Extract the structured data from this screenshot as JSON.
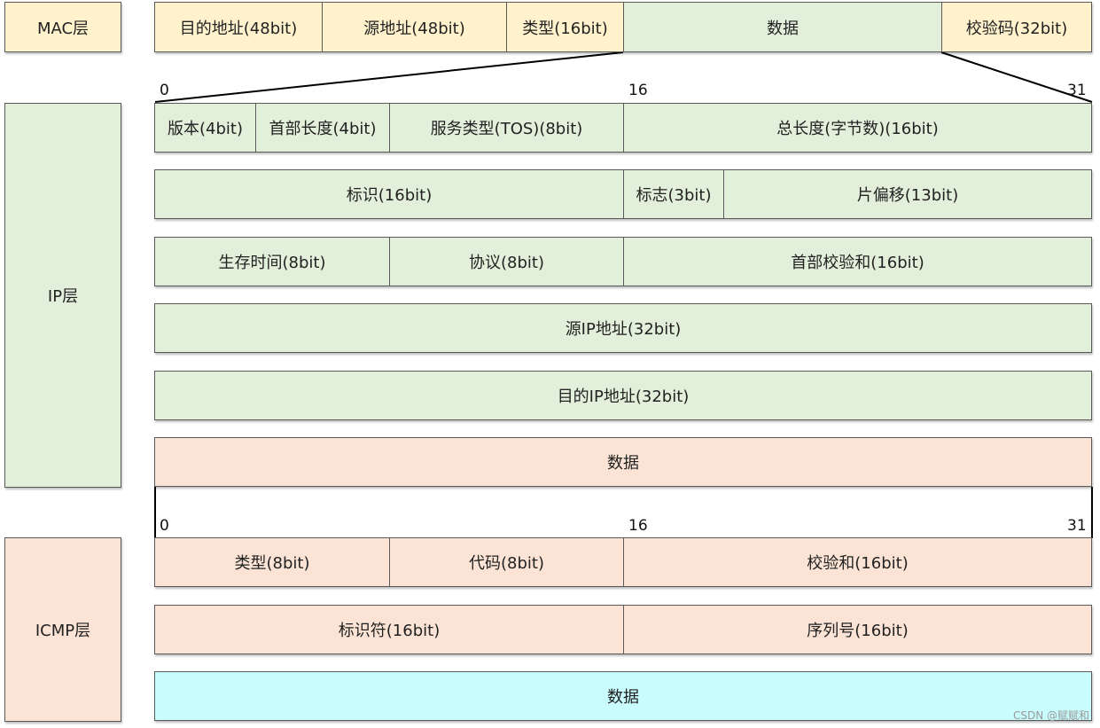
{
  "colors": {
    "mac": "#fff2cc",
    "ip": "#e2efda",
    "icmp": "#fbe4d5",
    "icmp_data": "#c9fcfd"
  },
  "layers": {
    "mac": "MAC层",
    "ip": "IP层",
    "icmp": "ICMP层"
  },
  "mac_row": [
    "目的地址(48bit)",
    "源地址(48bit)",
    "类型(16bit)",
    "数据",
    "校验码(32bit)"
  ],
  "bit_marks": {
    "start": "0",
    "mid": "16",
    "end": "31"
  },
  "ip_rows": {
    "r1": [
      "版本(4bit)",
      "首部长度(4bit)",
      "服务类型(TOS)(8bit)",
      "总长度(字节数)(16bit)"
    ],
    "r2": [
      "标识(16bit)",
      "标志(3bit)",
      "片偏移(13bit)"
    ],
    "r3": [
      "生存时间(8bit)",
      "协议(8bit)",
      "首部校验和(16bit)"
    ],
    "r4": [
      "源IP地址(32bit)"
    ],
    "r5": [
      "目的IP地址(32bit)"
    ],
    "data": "数据"
  },
  "icmp_rows": {
    "r1": [
      "类型(8bit)",
      "代码(8bit)",
      "校验和(16bit)"
    ],
    "r2": [
      "标识符(16bit)",
      "序列号(16bit)"
    ],
    "data": "数据"
  },
  "watermark": "CSDN @赋赋和"
}
